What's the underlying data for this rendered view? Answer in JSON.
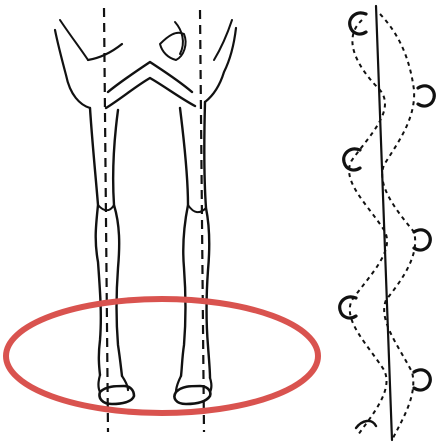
{
  "figure": {
    "highlight_color": "#d9534f",
    "ink_color": "#111111",
    "background_color": "#ffffff",
    "elements": [
      "horse-front-legs",
      "vertical-reference-lines",
      "hoof-flight-path-diagram",
      "highlight-ellipse"
    ],
    "hoof_path_markers": 6
  }
}
